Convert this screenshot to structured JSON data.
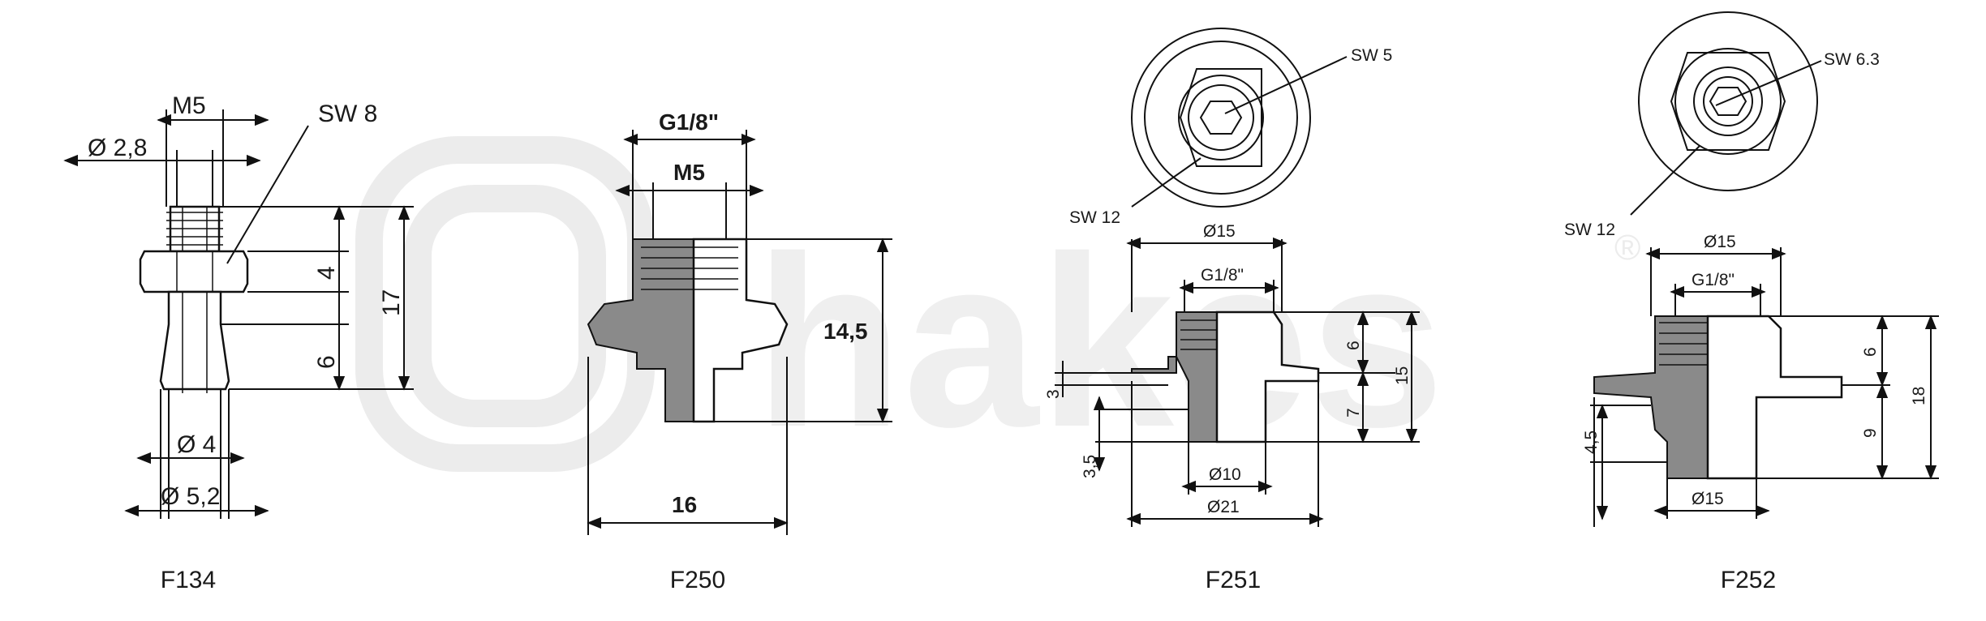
{
  "colors": {
    "line": "#111111",
    "section_fill": "#8a8a8a",
    "watermark": "#ececec",
    "background": "#ffffff"
  },
  "watermark": {
    "text": "hakes",
    "mark": "®"
  },
  "parts": [
    {
      "id": "F134",
      "caption": "F134",
      "labels": {
        "thread": "M5",
        "bore": "Ø 2,8",
        "wrench": "SW 8",
        "hex_height": "4",
        "shank": "6",
        "total": "17",
        "tip_inner": "Ø 4",
        "tip_outer": "Ø 5,2"
      }
    },
    {
      "id": "F250",
      "caption": "F250",
      "labels": {
        "outer_thread": "G1/8\"",
        "inner_thread": "M5",
        "height": "14,5",
        "width": "16"
      }
    },
    {
      "id": "F251",
      "caption": "F251",
      "labels": {
        "wrench_small": "SW 5",
        "wrench_large": "SW 12",
        "top_dia": "Ø15",
        "thread": "G1/8\"",
        "h_upper": "6",
        "h_lower": "7",
        "h_total": "15",
        "flange": "3",
        "spigot": "3,5",
        "bottom_dia": "Ø10",
        "flange_dia": "Ø21"
      }
    },
    {
      "id": "F252",
      "caption": "F252",
      "labels": {
        "wrench_small": "SW 6.3",
        "wrench_large": "SW 12",
        "top_dia": "Ø15",
        "thread": "G1/8\"",
        "h_upper": "6",
        "h_lower": "9",
        "h_total": "18",
        "spigot": "4,5",
        "bottom_dia": "Ø15"
      }
    }
  ]
}
